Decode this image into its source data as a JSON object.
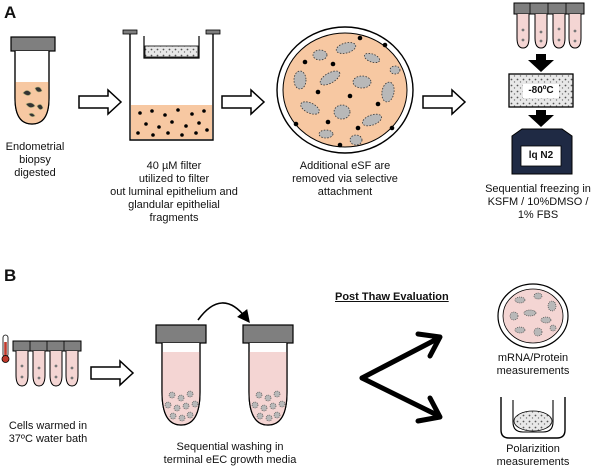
{
  "panel_a": {
    "label": "A",
    "step1_caption": "Endometrial\nbiopsy\ndigested",
    "step2_caption": "40 µM filter\nutilized to filter\nout luminal epithelium and\nglandular epithelial\nfragments",
    "step3_caption": "Additional eSF are\nremoved via selective\nattachment",
    "freezer_label": "-80ºC",
    "ln2_label": "lq N2",
    "step4_caption": "Sequential freezing in\nKSFM / 10%DMSO /\n1% FBS"
  },
  "panel_b": {
    "label": "B",
    "step1_caption": "Cells warmed in\n37ºC water bath",
    "step2_caption": "Sequential washing in\nterminal eEC growth media",
    "evaluation_title": "Post Thaw Evaluation",
    "outcome1_caption": "mRNA/Protein\nmeasurements",
    "outcome2_caption": "Polarizition\nmeasurements"
  },
  "colors": {
    "tissue": "#f7c8a2",
    "wash_fluid": "#f4d5d3",
    "cap": "#808080",
    "cell": "#b8b8b8",
    "ln2": "#1f2a44"
  },
  "icons": [
    "test-tube-icon",
    "filter-insert-icon",
    "petri-dish-icon",
    "cryo-strip-icon",
    "freezer-icon",
    "liquid-nitrogen-icon",
    "thermometer-icon",
    "flip-arrow-icon",
    "hollow-arrow-icon"
  ]
}
